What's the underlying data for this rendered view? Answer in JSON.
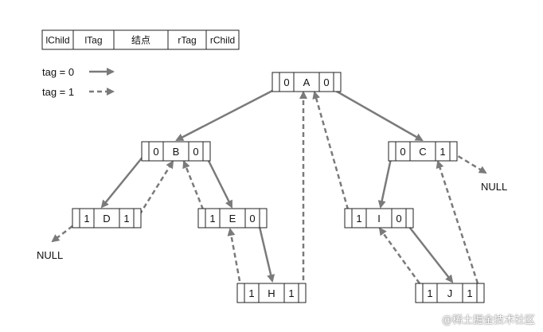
{
  "header_fields": [
    "lChild",
    "lTag",
    "结点",
    "rTag",
    "rChild"
  ],
  "legend": {
    "solid_label": "tag = 0",
    "dashed_label": "tag = 1"
  },
  "nodes": {
    "A": {
      "ltag": "0",
      "data": "A",
      "rtag": "0"
    },
    "B": {
      "ltag": "0",
      "data": "B",
      "rtag": "0"
    },
    "C": {
      "ltag": "0",
      "data": "C",
      "rtag": "1"
    },
    "D": {
      "ltag": "1",
      "data": "D",
      "rtag": "1"
    },
    "E": {
      "ltag": "1",
      "data": "E",
      "rtag": "0"
    },
    "H": {
      "ltag": "1",
      "data": "H",
      "rtag": "1"
    },
    "I": {
      "ltag": "1",
      "data": "I",
      "rtag": "0"
    },
    "J": {
      "ltag": "1",
      "data": "J",
      "rtag": "1"
    }
  },
  "null_labels": {
    "left": "NULL",
    "right": "NULL"
  },
  "watermark": "@稀土掘金技术社区",
  "colors": {
    "arrow": "#7a7a7a",
    "border": "#222222",
    "text": "#111111"
  }
}
